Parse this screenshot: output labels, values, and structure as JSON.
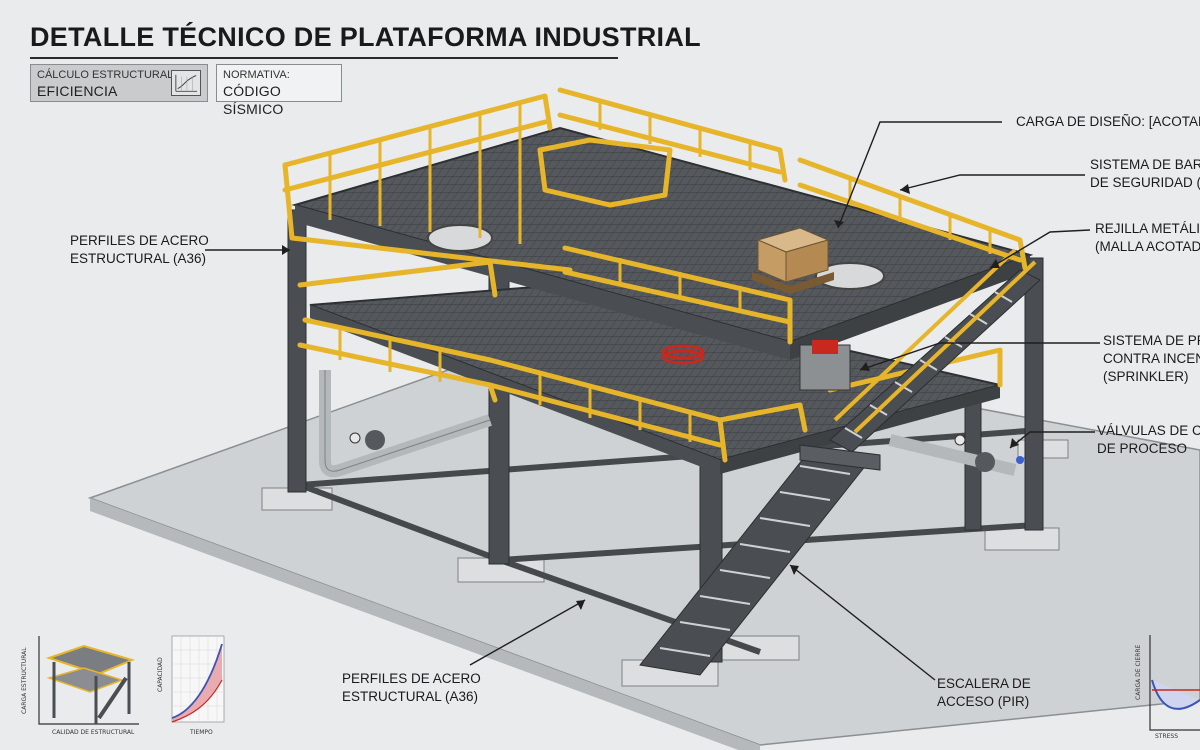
{
  "title": "DETALLE TÉCNICO DE PLATAFORMA INDUSTRIAL",
  "cards": {
    "calculo": {
      "label": "CÁLCULO ESTRUCTURAL:",
      "value": "EFICIENCIA"
    },
    "normativa": {
      "label": "NORMATIVA:",
      "value": "CÓDIGO SÍSMICO"
    }
  },
  "callouts": {
    "carga": "CARGA DE DISEÑO: [ACOTADA]",
    "baranda_1": "SISTEMA DE BARA",
    "baranda_2": "DE SEGURIDAD (OS",
    "rejilla_1": "REJILLA METÁLIC",
    "rejilla_2": "(MALLA ACOTADA",
    "perfiles_left_1": "PERFILES DE ACERO",
    "perfiles_left_2": "ESTRUCTURAL (A36)",
    "incendio_1": "SISTEMA DE PRO",
    "incendio_2": "CONTRA INCEND",
    "incendio_3": "(SPRINKLER)",
    "valvulas_1": "VÁLVULAS DE CO",
    "valvulas_2": "DE PROCESO",
    "perfiles_bottom_1": "PERFILES DE ACERO",
    "perfiles_bottom_2": "ESTRUCTURAL (A36)",
    "escalera_1": "ESCALERA DE",
    "escalera_2": "ACCESO (PIR)"
  },
  "mini_charts": {
    "left_ylabel": "CARGA ESTRUCTURAL",
    "left_xlabel": "CALIDAD DE ESTRUCTURAL",
    "mid_ylabel": "CAPACIDAD",
    "mid_xlabel": "TIEMPO",
    "right_ylabel": "CARGA DE CIERRE",
    "right_xlabel": "STRESS"
  },
  "colors": {
    "steel": "#4a4e52",
    "railing": "#e6b52a",
    "grating": "#5a5e62",
    "slab": "#cfd2d4",
    "red_hose": "#c8281e",
    "curve": "#3b55b5"
  }
}
